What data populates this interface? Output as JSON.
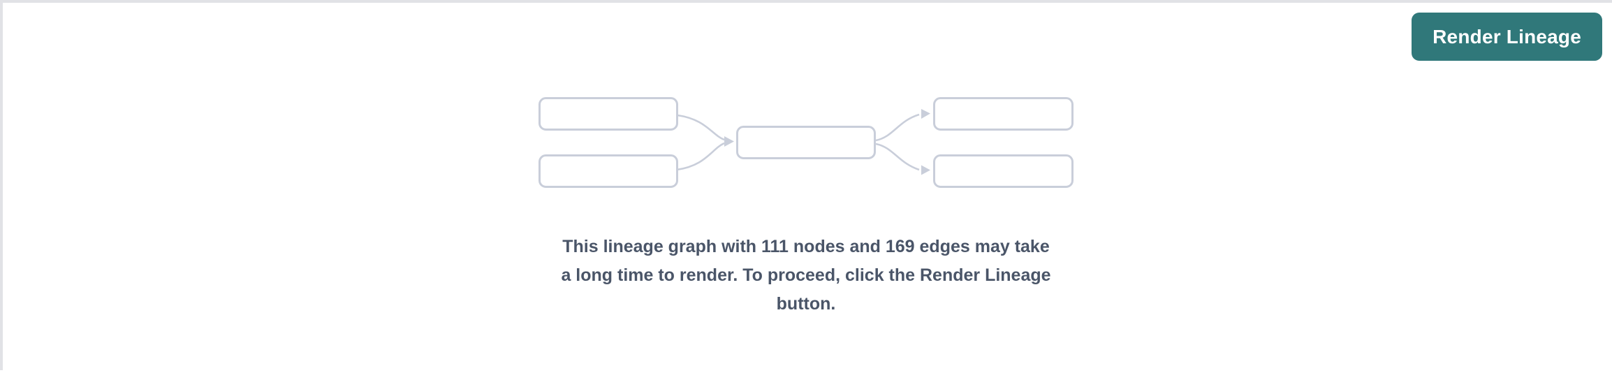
{
  "toolbar": {
    "render_button_label": "Render Lineage"
  },
  "message": {
    "lines": [
      "This lineage graph with 111 nodes and 169 edges may take",
      "a long time to render. To proceed, click the Render Lineage",
      "button."
    ],
    "node_count": "111",
    "edge_count": "169"
  },
  "colors": {
    "button_bg": "#30787A",
    "button_text": "#FFFFFF",
    "message_text": "#4A5568",
    "diagram_stroke": "#C9CEDA",
    "border_line": "#E1E2E6",
    "page_bg": "#FFFFFF"
  }
}
